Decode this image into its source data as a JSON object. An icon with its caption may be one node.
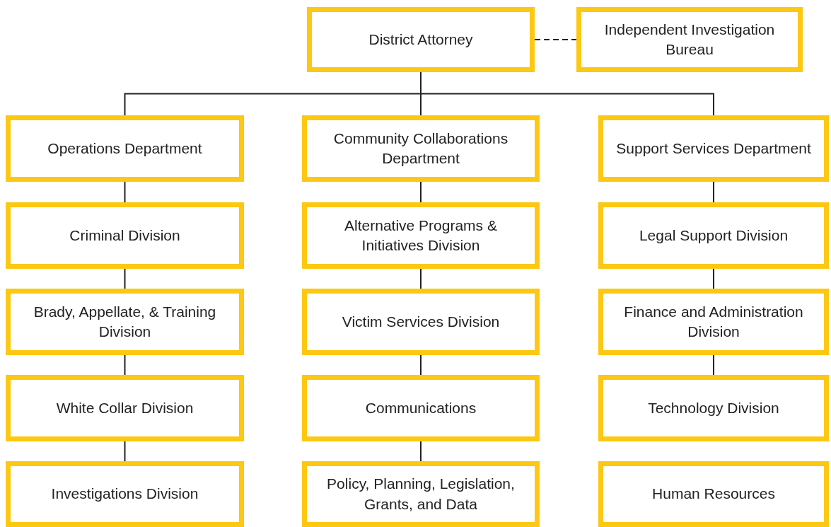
{
  "diagram": {
    "nodes": [
      {
        "text": [
          "District Attorney"
        ]
      },
      {
        "text": [
          "Independent Investigation Bureau"
        ]
      },
      {
        "text": [
          "Operations Department"
        ]
      },
      {
        "text": [
          "Community Collaborations Department"
        ]
      },
      {
        "text": [
          "Support Services Department"
        ]
      },
      {
        "text": [
          "Criminal Division"
        ]
      },
      {
        "text": [
          "Brady, Appellate, & Training Division"
        ]
      },
      {
        "text": [
          "White Collar Division"
        ]
      },
      {
        "text": [
          "Investigations Division"
        ]
      },
      {
        "text": [
          "Alternative Programs & Initiatives Division"
        ]
      },
      {
        "text": [
          "Victim Services Division"
        ]
      },
      {
        "text": [
          "Communications"
        ]
      },
      {
        "text": [
          "Policy, Planning, Legislation, Grants, and Data"
        ]
      },
      {
        "text": [
          "Legal Support Division"
        ]
      },
      {
        "text": [
          "Finance and Administration Division"
        ]
      },
      {
        "text": [
          "Technology Division"
        ]
      },
      {
        "text": [
          "Human Resources"
        ]
      }
    ],
    "edges": [
      {
        "from": 0,
        "to": 1,
        "arrow": "none",
        "style": "dashed"
      },
      {
        "from": 0,
        "to": 2,
        "arrow": "none"
      },
      {
        "from": 0,
        "to": 3,
        "arrow": "none"
      },
      {
        "from": 0,
        "to": 4,
        "arrow": "none"
      },
      {
        "from": 2,
        "to": 5,
        "arrow": "none"
      },
      {
        "from": 5,
        "to": 6,
        "arrow": "none"
      },
      {
        "from": 6,
        "to": 7,
        "arrow": "none"
      },
      {
        "from": 7,
        "to": 8,
        "arrow": "none"
      },
      {
        "from": 3,
        "to": 9,
        "arrow": "none"
      },
      {
        "from": 9,
        "to": 10,
        "arrow": "none"
      },
      {
        "from": 10,
        "to": 11,
        "arrow": "none"
      },
      {
        "from": 11,
        "to": 12,
        "arrow": "none"
      },
      {
        "from": 4,
        "to": 13,
        "arrow": "none"
      },
      {
        "from": 13,
        "to": 14,
        "arrow": "none"
      },
      {
        "from": 14,
        "to": 15,
        "arrow": "none"
      }
    ]
  }
}
